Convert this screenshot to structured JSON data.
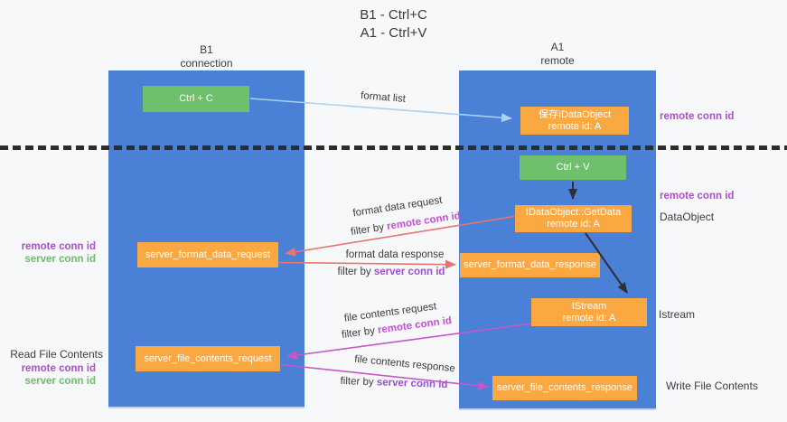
{
  "title": {
    "line1": "B1 - Ctrl+C",
    "line2": "A1 - Ctrl+V"
  },
  "lanes": {
    "left": {
      "name": "B1",
      "role": "connection"
    },
    "right": {
      "name": "A1",
      "role": "remote"
    }
  },
  "boxes": {
    "ctrl_c": {
      "label": "Ctrl + C"
    },
    "save_idataobject": {
      "line1": "保存IDataObject",
      "line2": "remote id: A"
    },
    "ctrl_v": {
      "label": "Ctrl + V"
    },
    "idataobject_getdata": {
      "line1": "IDataObject::GetData",
      "line2": "remote id: A"
    },
    "server_format_data_request": {
      "label": "server_format_data_request"
    },
    "server_format_data_response": {
      "label": "server_format_data_response"
    },
    "istream": {
      "line1": "IStream",
      "line2": "remote id: A"
    },
    "server_file_contents_request": {
      "label": "server_file_contents_request"
    },
    "server_file_contents_response": {
      "label": "server_file_contents_response"
    }
  },
  "flow_labels": {
    "format_list": "format list",
    "format_data_request": "format data request",
    "format_data_response": "format data response",
    "file_contents_request": "file contents request",
    "file_contents_response": "file contents response",
    "filter_by": "filter by ",
    "remote_conn_id": "remote conn id",
    "server_conn_id": "server conn id"
  },
  "side_labels": {
    "remote_conn_id_top_right": "remote conn id",
    "remote_conn_id_mid_right": "remote conn id",
    "dataobject": "DataObject",
    "istream": "Istream",
    "write_file_contents": "Write File Contents",
    "remote_conn_id_left": "remote conn id",
    "server_conn_id_left": "server conn id",
    "read_file_contents": "Read File Contents",
    "remote_conn_id_left_bottom": "remote conn id",
    "server_conn_id_left_bottom": "server conn id"
  },
  "colors": {
    "background": "#f7f8f9",
    "lane_blue": "#4a80d6",
    "box_orange": "#f9a842",
    "box_green": "#6ec06d",
    "arrow_red": "#e87474",
    "arrow_magenta": "#c857c8",
    "arrow_light_blue": "#a9d2f2",
    "arrow_black": "#303030",
    "label_purple": "#ab4fcb",
    "label_magenta": "#c44fd2",
    "label_green": "#6cbd6e"
  }
}
